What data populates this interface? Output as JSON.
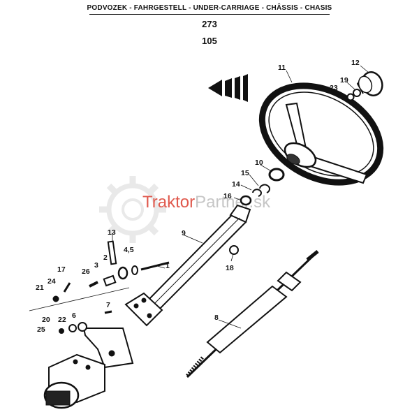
{
  "header": {
    "title": "PODVOZEK - FAHRGESTELL - UNDER-CARRIAGE - CHÂSSIS - CHASIS"
  },
  "page": {
    "number": "273",
    "figure": "105"
  },
  "watermark": {
    "brand": "Traktor",
    "suffix": "Partner.sk",
    "color_brand": "#e05a4e",
    "color_suffix": "#c8c8c8"
  },
  "callouts": {
    "c1": "1",
    "c2": "2",
    "c3": "3",
    "c45": "4,5",
    "c6": "6",
    "c7": "7",
    "c8": "8",
    "c9": "9",
    "c10": "10",
    "c11": "11",
    "c12": "12",
    "c13": "13",
    "c14": "14",
    "c15": "15",
    "c16": "16",
    "c17": "17",
    "c18": "18",
    "c19": "19",
    "c20": "20",
    "c21": "21",
    "c22": "22",
    "c23": "23",
    "c24": "24",
    "c25": "25",
    "c26": "26"
  },
  "icons": {
    "direction_arrow": "direction-arrow-icon",
    "gear_watermark": "gear-icon"
  }
}
